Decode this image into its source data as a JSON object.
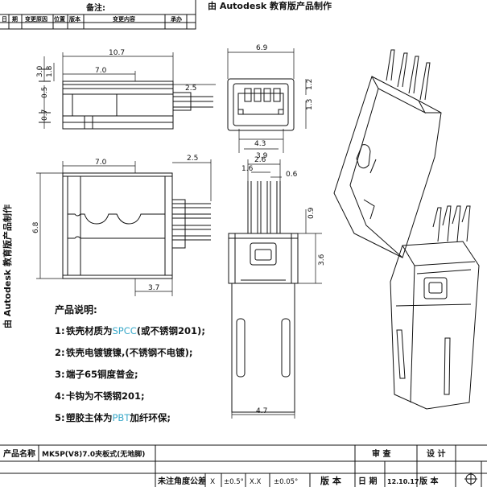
{
  "header": {
    "watermark": "由 Autodesk 教育版产品制作",
    "remark_label": "备注:",
    "rev_cols": [
      "日",
      "期",
      "变更原因",
      "位置",
      "版本",
      "变更内容",
      "承办"
    ]
  },
  "side_watermark": "由 Autodesk 教育版产品制作",
  "dims": {
    "len_10_7": "10.7",
    "len_7_0_a": "7.0",
    "h_3_0": "3.0",
    "h_1_8": "1.8",
    "h_0_5": "0.5",
    "h_0_7": "0.7",
    "len_2_5_a": "2.5",
    "w_6_9": "6.9",
    "h_1_2": "1.2",
    "h_1_3": "1.3",
    "w_4_3": "4.3",
    "w_3_9": "3.9",
    "len_7_0_b": "7.0",
    "len_2_5_b": "2.5",
    "h_6_8": "6.8",
    "len_3_7": "3.7",
    "w_2_6": "2.6",
    "w_1_6": "1.6",
    "w_0_6": "0.6",
    "h_0_9": "0.9",
    "h_3_6": "3.6",
    "w_4_7": "4.7"
  },
  "notes": {
    "title": "产品说明:",
    "items": [
      {
        "num": "1:",
        "pre": "铁壳材质为",
        "hl": "SPCC",
        "post": "(或不锈钢201);"
      },
      {
        "num": "2:",
        "pre": "铁壳电镀镀镍,(不锈钢不电镀);",
        "hl": "",
        "post": ""
      },
      {
        "num": "3:",
        "pre": "端子65铜度普金;",
        "hl": "",
        "post": ""
      },
      {
        "num": "4:",
        "pre": "卡钩为不锈钢201;",
        "hl": "",
        "post": ""
      },
      {
        "num": "5:",
        "pre": "塑胶主体为",
        "hl": "PBT",
        "post": "加纤环保;"
      }
    ]
  },
  "title_block": {
    "product_name_label": "产品名称",
    "product_name": "MK5P(V8)7.0夹板式(无地脚)",
    "review": "审  查",
    "design": "设  计",
    "tol_label": "未注角度公差",
    "tol_angle_mark": "X",
    "tol_angle": "±0.5°",
    "tol_dim_mark": "X.X",
    "tol_dim": "±0.05°",
    "version_label": "版  本",
    "date_label": "日 期",
    "date": "12.10.17",
    "version_label2": "版 本"
  }
}
